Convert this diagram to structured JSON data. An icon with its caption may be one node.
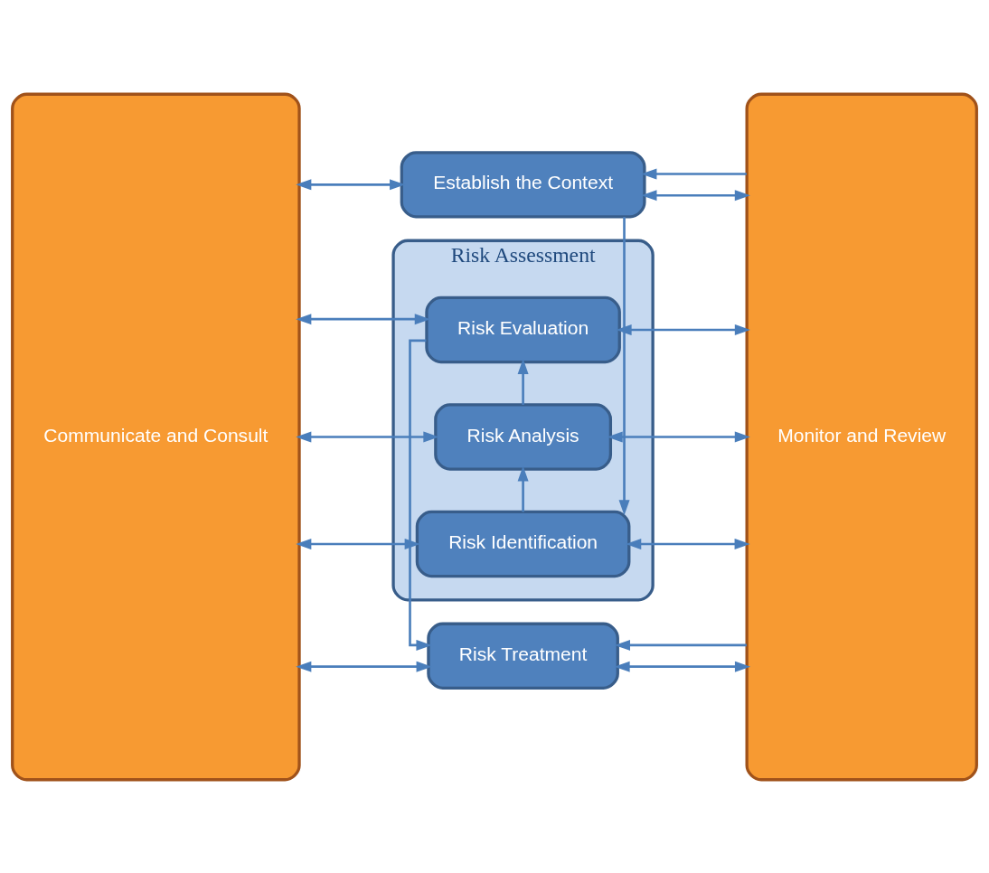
{
  "diagram": {
    "nodes": [
      {
        "text": [
          "Communicate and Consult"
        ]
      },
      {
        "text": [
          "Establish the Context"
        ]
      },
      {
        "text": [
          "Risk Assessment"
        ]
      },
      {
        "text": [
          "Risk Identification"
        ],
        "in": 2
      },
      {
        "text": [
          "Risk Analysis"
        ],
        "in": 2
      },
      {
        "text": [
          "Risk Evaluation"
        ],
        "in": 2
      },
      {
        "text": [
          "Risk Treatment"
        ]
      },
      {
        "text": [
          "Monitor and Review"
        ]
      }
    ],
    "edges": [
      {
        "from": 0,
        "to": 1,
        "arrow": "both"
      },
      {
        "from": 1,
        "to": 7,
        "arrow": "both"
      },
      {
        "from": 0,
        "to": 3,
        "arrow": "both"
      },
      {
        "from": 3,
        "to": 7,
        "arrow": "both"
      },
      {
        "from": 0,
        "to": 4,
        "arrow": "both"
      },
      {
        "from": 4,
        "to": 7,
        "arrow": "both"
      },
      {
        "from": 0,
        "to": 5,
        "arrow": "both"
      },
      {
        "from": 5,
        "to": 7,
        "arrow": "both"
      },
      {
        "from": 0,
        "to": 6,
        "arrow": "both"
      },
      {
        "from": 6,
        "to": 7,
        "arrow": "both"
      },
      {
        "from": 1,
        "to": 3,
        "arrow": "to"
      },
      {
        "from": 3,
        "to": 4,
        "arrow": "to"
      },
      {
        "from": 4,
        "to": 5,
        "arrow": "to"
      },
      {
        "from": 5,
        "to": 6,
        "arrow": "to"
      },
      {
        "from": 7,
        "to": 1,
        "arrow": "to"
      },
      {
        "from": 7,
        "to": 6,
        "arrow": "to"
      }
    ]
  }
}
